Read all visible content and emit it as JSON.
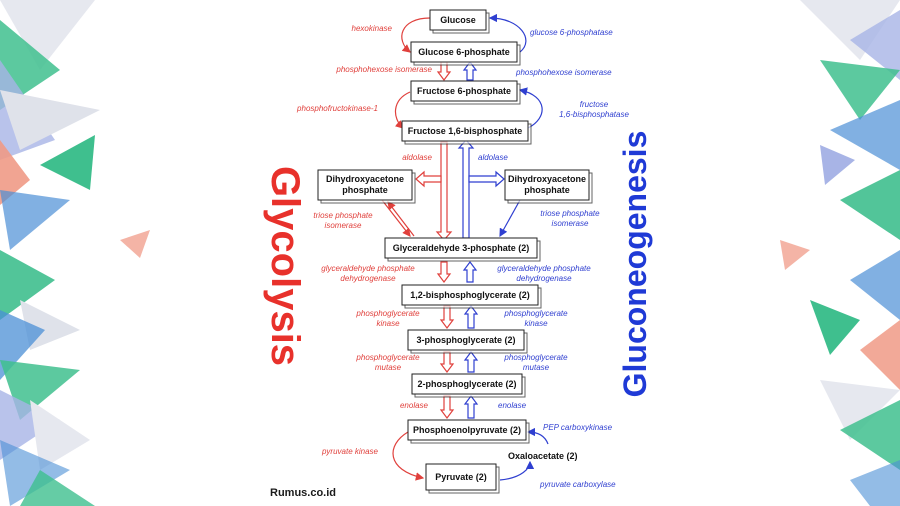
{
  "colors": {
    "glycolysis": "#e0403c",
    "gluconeogenesis": "#2f3fd0",
    "box_border": "#222222",
    "decor_green": "#3fbf8e",
    "decor_blue": "#4b8fd6",
    "decor_salmon": "#f09a86",
    "decor_grey": "#d8dbe6"
  },
  "titles": {
    "glycolysis": "Glycolysis",
    "gluconeogenesis": "Gluconeogenesis"
  },
  "metabolites": {
    "glucose": "Glucose",
    "g6p": "Glucose 6-phosphate",
    "f6p": "Fructose 6-phosphate",
    "f16bp": "Fructose 1,6-bisphosphate",
    "dhap_left_1": "Dihydroxyacetone",
    "dhap_left_2": "phosphate",
    "dhap_right_1": "Dihydroxyacetone",
    "dhap_right_2": "phosphate",
    "g3p": "Glyceraldehyde 3-phosphate (2)",
    "bpg13": "1,2-bisphosphoglycerate (2)",
    "pg3": "3-phosphoglycerate (2)",
    "pg2": "2-phosphoglycerate (2)",
    "pep": "Phosphoenolpyruvate (2)",
    "oxaloacetate": "Oxaloacetate (2)",
    "pyruvate": "Pyruvate (2)"
  },
  "glycolysis_enzymes": {
    "hexokinase": "hexokinase",
    "phi": "phosphohexose isomerase",
    "pfk": "phosphofructokinase-1",
    "aldolase": "aldolase",
    "tpi_1": "triose phosphate",
    "tpi_2": "isomerase",
    "gapdh_1": "glyceraldehyde phosphate",
    "gapdh_2": "dehydrogenase",
    "pgk_1": "phosphoglycerate",
    "pgk_2": "kinase",
    "pgm_1": "phosphoglycerate",
    "pgm_2": "mutase",
    "enolase": "enolase",
    "pk": "pyruvate kinase"
  },
  "gluconeogenesis_enzymes": {
    "g6pase": "glucose 6-phosphatase",
    "phi": "phosphohexose isomerase",
    "fbpase_1": "fructose",
    "fbpase_2": "1,6-bisphosphatase",
    "aldolase": "aldolase",
    "tpi_1": "triose phosphate",
    "tpi_2": "isomerase",
    "gapdh_1": "glyceraldehyde phosphate",
    "gapdh_2": "dehydrogenase",
    "pgk_1": "phosphoglycerate",
    "pgk_2": "kinase",
    "pgm_1": "phosphoglycerate",
    "pgm_2": "mutase",
    "enolase": "enolase",
    "pepck": "PEP carboxykinase",
    "pc": "pyruvate carboxylase"
  },
  "source": "Rumus.co.id"
}
